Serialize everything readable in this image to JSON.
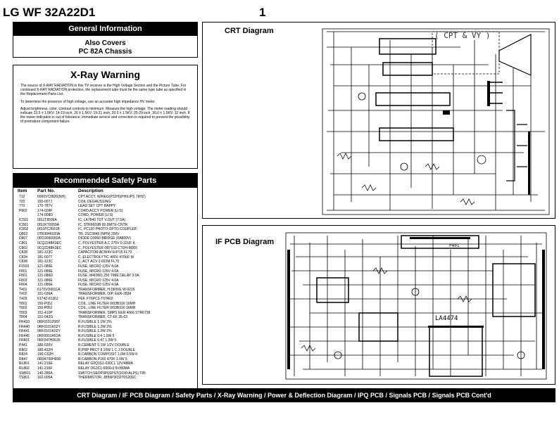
{
  "title": "LG  WF 32A22D1",
  "page_number": "1",
  "general": {
    "header": "General Information",
    "also_covers": "Also Covers",
    "chassis": "PC 82A Chassis"
  },
  "xray": {
    "heading": "X-Ray Warning",
    "p1": "The source of X-RAY RADIATION in this TV receiver is the High Voltage Section and the Picture Tube. For continued X-RAY RADIATION protection, the replacement tube must be the same type tube as specified in the Replacement Parts List.",
    "p2": "To determine the presence of high voltage, use an accurate high impedance HV meter.",
    "p3": "Adjust brightness, color, contrast controls to minimum. Measure the high voltage. The meter reading should indicate 23.5 ± 1.5KV: 14-19 inch, 26 ± 1.5KV: 19-21 inch, 29.0 ± 1.5KV: 25-29 inch, 30.0 ± 1.5KV: 32 inch. If the meter indication is out of tolerance, immediate service and correction is required to prevent the possibility of premature component failure."
  },
  "parts": {
    "header": "Recommended Safety Parts",
    "col_item": "Item",
    "col_part": "Part No.",
    "col_desc": "Description",
    "rows": [
      [
        "712",
        "6000VC0820(NH)",
        "CPT.ACCY, W/REG(P32H)(PHILIPS 76HZ)"
      ],
      [
        "720",
        "150-007J",
        "COIL DEGAUSSING"
      ],
      [
        "770",
        "170-787V",
        "LEAD SET CPT BAPPY"
      ],
      [
        "P802",
        "174-028F",
        "CORD.ACCY POWER (U.S)"
      ],
      [
        "",
        "174-008D",
        "CORD, POWER (U.S)"
      ],
      [
        "IC501",
        "0IS1T8596A",
        "IC, LA7840 TDT V.OUT (7.5A)"
      ],
      [
        "IC801",
        "0IS1KT0059A",
        "IC, STR6659B 65 DMTE-CNTR"
      ],
      [
        "IC802",
        "0IS1PC3501B",
        "IC, PC120 PHOTO OPTO COUPLER"
      ],
      [
        "Q802",
        "0TR3846020A",
        "TR, 2SC3846 (NPN) 200V"
      ],
      [
        "D807",
        "0DD3060050A",
        "DIODE D3060 BRIDGE (FA800V)"
      ],
      [
        "C801",
        "0CQ2248K0EC",
        "C, POLYESTER   A.C 275V 0.22UF K"
      ],
      [
        "C802",
        "0CQ2248K0EC",
        "C, POLYESTER   0B7103-C7DH-M000"
      ],
      [
        "C828",
        "181-123C",
        "CAPACITOR   ACW4V E4715 FL70"
      ],
      [
        "C834",
        "181-007T",
        "C, ELECTROLYTIC 400V 470UF M"
      ],
      [
        "C838",
        "181-123C",
        "C, ACT   ACV 0.022M FL70"
      ],
      [
        "F1503",
        "121-086E",
        "FUSE, MICRO 125V 4.0A"
      ],
      [
        "F801",
        "121-086E",
        "FUSE, MICRO 125V 4.0A"
      ],
      [
        "F801",
        "121-086D",
        "FUSE, M4(050) 250 TIME DELAY 3.0A"
      ],
      [
        "F803",
        "121-086E",
        "FUSE, MICRO 125V 4.0A"
      ],
      [
        "F804",
        "121-086E",
        "FUSE, MICRO 125V 4.0A"
      ],
      [
        "T401",
        "6170VO0011A",
        "TRANSFORMER, H.DRIVE W-0216"
      ],
      [
        "T402",
        "151-036A",
        "TRANSFORMER, OIP, EER-2834"
      ],
      [
        "T403",
        "6174Z-6130J",
        "PEF, FT6PC3-T6TA02"
      ],
      [
        "T801",
        "150-P05J",
        "COIL, LINE FILTER 0/03B316 16MH"
      ],
      [
        "T802",
        "150-P05J",
        "COIL, LINE FILTER 0/03B316 16MH"
      ],
      [
        "T803",
        "151-410P",
        "TRANSFORMER, SMPS EER 4066 STR6738"
      ],
      [
        "T804",
        "151-042G",
        "TRANSFORMER, CT-EF 35-03"
      ],
      [
        "FR433",
        "0RF0101268Y",
        "R.FUSIBLE 1.1W 2%"
      ],
      [
        "FR440",
        "0RF0101K02Y",
        "R.FUSIBLE 1.2W 2%"
      ],
      [
        "FR441",
        "0RF0101K02Y",
        "R.FUSIBLE 1.2W 2%"
      ],
      [
        "FR445",
        "0RF0001H52A",
        "R.FUSIBLE 0.4 1.0W 5"
      ],
      [
        "FR801",
        "0RF047H0635",
        "R.FUSIBLE 0.47 1.0W 5"
      ],
      [
        "P441",
        "180-030V",
        "R.CEMENT 0.1W 1/2V DOUBLE"
      ],
      [
        "R802",
        "180-432H",
        "R.PRP PRCT 8 10W 1 C.J DOUBLE"
      ],
      [
        "R824",
        "190-C62H",
        "R.CARBON COMPOSIT 1.0M 0.5W K"
      ],
      [
        "R847",
        "0RD4700H608",
        "R.CARBON P160 470K 1.0W 5"
      ],
      [
        "RL801",
        "141-216E",
        "RELAY G2Q1S1-030C1 12V/48MA"
      ],
      [
        "RL802",
        "141-216F",
        "RELAY DG2C1-0060-0 5V/80MA"
      ],
      [
        "SW801",
        "140-286A",
        "SWITCH,SEOP3P6SPST(1030-ALPS) T85"
      ],
      [
        "TS801",
        "162-005A",
        "THERMISTOR, JB55P303270S206C"
      ]
    ]
  },
  "crt": {
    "label": "CRT Diagram",
    "note": "( CPT & VY )"
  },
  "ifpcb": {
    "label": "IF PCB Diagram",
    "chip_label": "LA4474",
    "connector_label": "P401"
  },
  "footer": "CRT Diagram / IF PCB Diagram / Safety Parts / X-Ray Warning / Power & Deflection Diagram / IPQ PCB / Signals PCB / Signals PCB Cont'd"
}
